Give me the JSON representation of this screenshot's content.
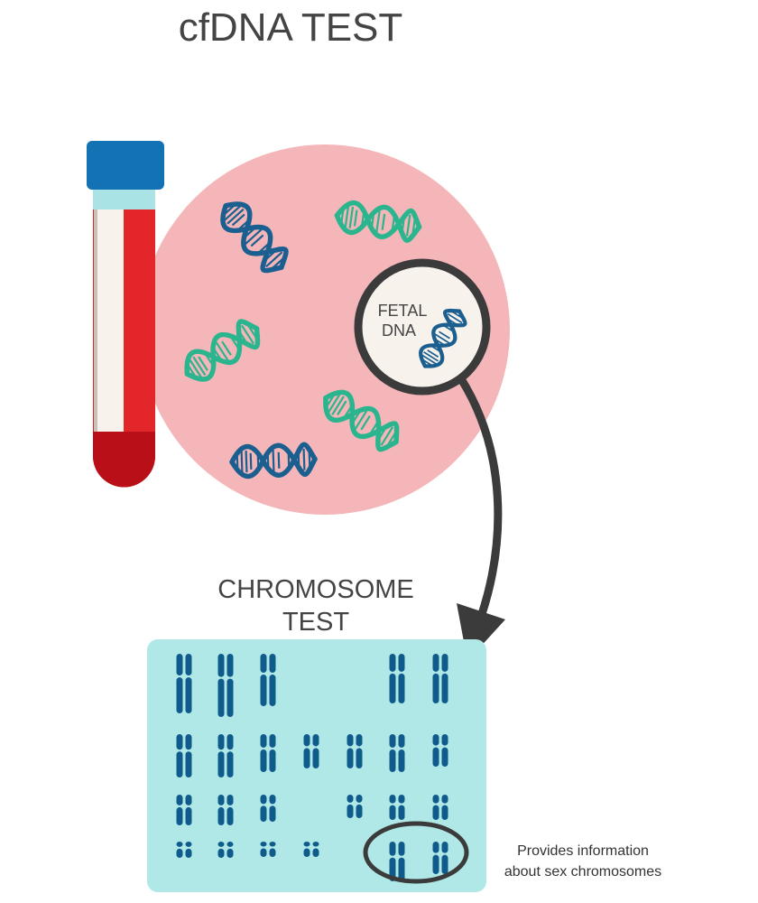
{
  "title": "cfDNA TEST",
  "fetal_label": [
    "FETAL",
    "DNA"
  ],
  "chromosome_title": [
    "CHROMOSOME",
    "TEST"
  ],
  "note": [
    "Provides information",
    "about sex chromosomes"
  ],
  "colors": {
    "plasma": "#f4b6b8",
    "blood": "#de2a2e",
    "blood_dark": "#b90f17",
    "cap": "#1372b4",
    "dna_green": "#2bb58e",
    "dna_blue": "#1a5f8f",
    "karyotype_bg": "#b0e8e7",
    "chromosome": "#0f5c8c",
    "outline": "#3b3b3b"
  },
  "icons": {
    "tube": "blood-tube-icon",
    "dna": "dna-helix-icon",
    "magnifier": "magnifier-icon",
    "arrow": "curved-arrow-icon",
    "chromosome": "chromosome-icon"
  }
}
